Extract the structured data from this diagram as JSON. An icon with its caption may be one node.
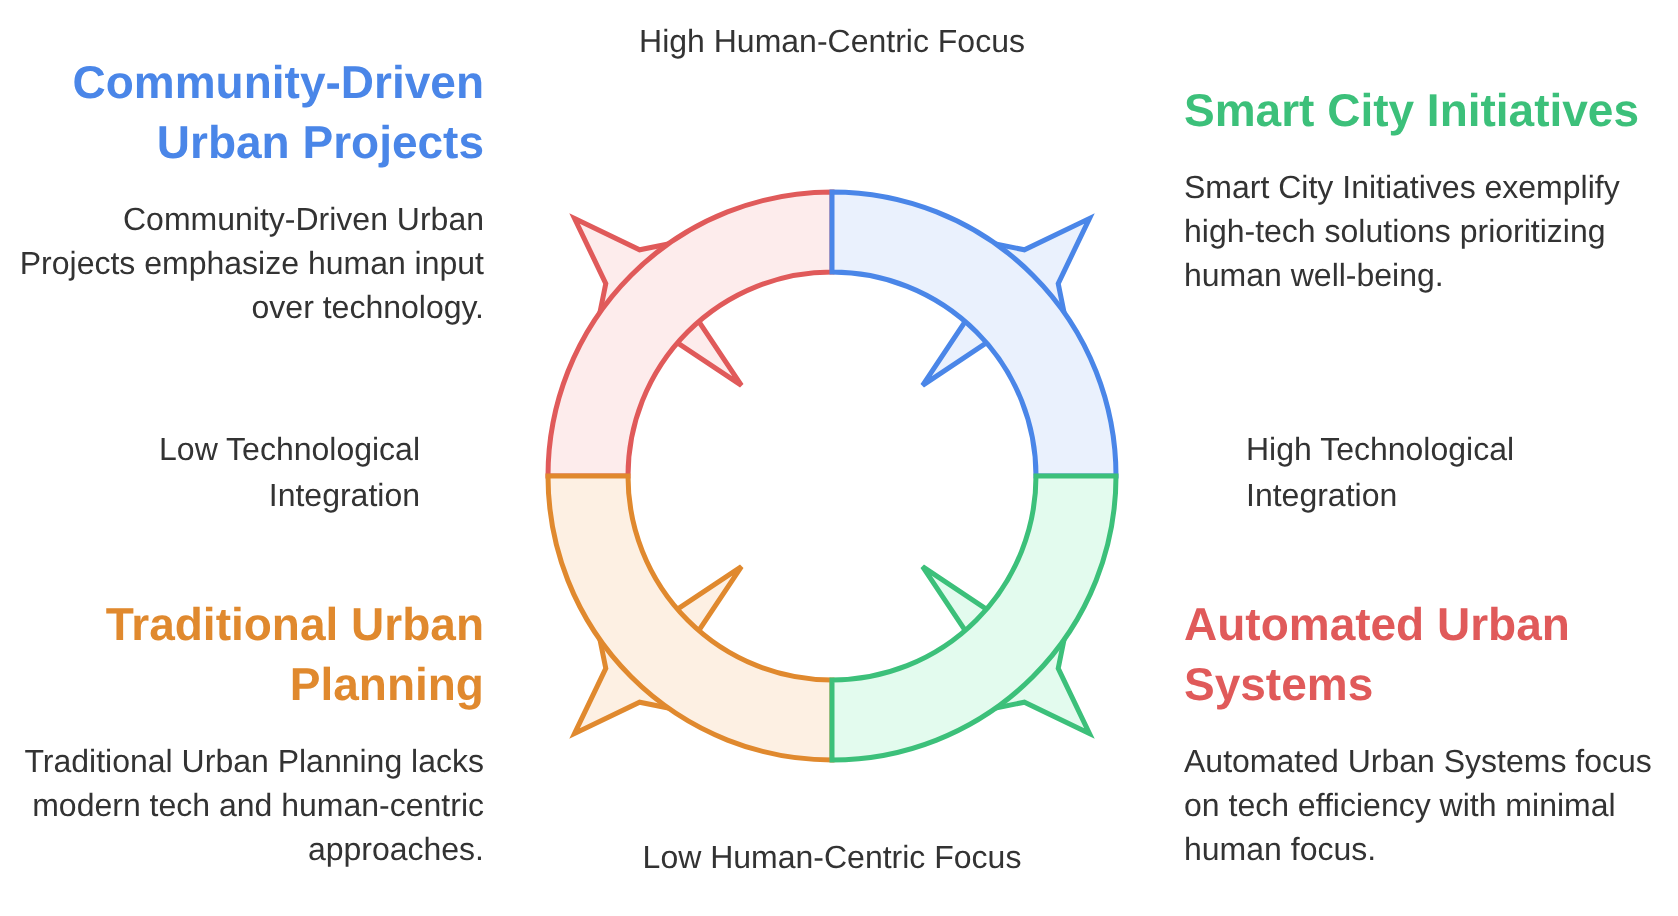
{
  "diagram": {
    "nodes": [
      {
        "text": [
          "Community-Driven Urban Projects",
          "Community-Driven Urban Projects emphasize human input over technology."
        ]
      },
      {
        "text": [
          "Smart City Initiatives",
          "Smart City Initiatives exemplify high-tech solutions prioritizing human well-being."
        ]
      },
      {
        "text": [
          "Traditional Urban Planning",
          "Traditional Urban Planning lacks modern tech and human-centric approaches."
        ]
      },
      {
        "text": [
          "Automated Urban Systems",
          "Automated Urban Systems focus on tech efficiency with minimal human focus."
        ]
      }
    ],
    "labels": [
      "High Human-Centric Focus",
      "Low Technological Integration",
      "High Technological Integration",
      "Low Human-Centric Focus"
    ]
  }
}
